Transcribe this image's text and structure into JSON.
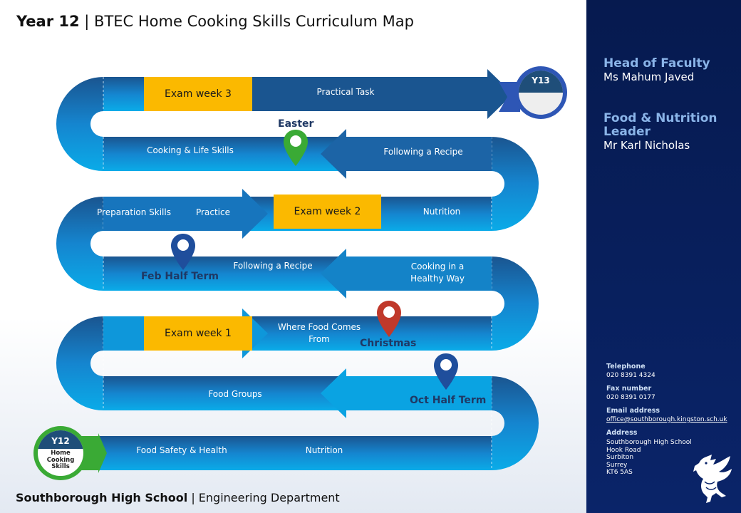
{
  "header": {
    "year": "Year 12",
    "separator": " | ",
    "title": "BTEC Home Cooking Skills Curriculum Map"
  },
  "footer": {
    "school": "Southborough High School",
    "separator": " | ",
    "department": "Engineering Department"
  },
  "badges": {
    "start": {
      "code": "Y12",
      "line1": "Home",
      "line2": "Cooking",
      "line3": "Skills"
    },
    "end": {
      "code": "Y13"
    }
  },
  "rows": {
    "row1": {
      "exam": "Exam week 3",
      "topic": "Practical Task"
    },
    "row2": {
      "left_topic": "Cooking & Life Skills",
      "right_topic": "Following a Recipe"
    },
    "row3": {
      "topic1": "Preparation Skills",
      "topic2": "Practice",
      "exam": "Exam week 2",
      "topic3": "Nutrition"
    },
    "row4": {
      "left_topic": "Following a Recipe",
      "right_topic_line1": "Cooking in a",
      "right_topic_line2": "Healthy Way"
    },
    "row5": {
      "exam": "Exam week 1",
      "topic_line1": "Where Food Comes",
      "topic_line2": "From"
    },
    "row6": {
      "topic": "Food Groups"
    },
    "row7": {
      "topic1": "Food Safety & Health",
      "topic2": "Nutrition"
    }
  },
  "events": {
    "easter": {
      "label": "Easter",
      "color": "#3aaa35"
    },
    "feb": {
      "label": "Feb Half Term",
      "color": "#1f4e9c"
    },
    "christmas": {
      "label": "Christmas",
      "color": "#c0392b"
    },
    "oct": {
      "label": "Oct Half Term",
      "color": "#1f4e9c"
    }
  },
  "sidebar": {
    "head_role": "Head of Faculty",
    "head_name": "Ms Mahum Javed",
    "leader_role_line1": "Food & Nutrition",
    "leader_role_line2": "Leader",
    "leader_name": "Mr Karl Nicholas",
    "contact": {
      "telephone_label": "Telephone",
      "telephone": "020 8391 4324",
      "fax_label": "Fax number",
      "fax": "020 8391 0177",
      "email_label": "Email address",
      "email": "office@southborough.kingston.sch.uk",
      "address_label": "Address",
      "address1": "Southborough High School",
      "address2": "Hook Road",
      "address3": "Surbiton",
      "address4": "Surrey",
      "address5": "KT6 5AS"
    }
  },
  "colors": {
    "accent_yellow": "#fbb900",
    "sidebar_navy": "#061a4f",
    "road_dark": "#1e5c96",
    "road_light": "#0aa8e6"
  }
}
